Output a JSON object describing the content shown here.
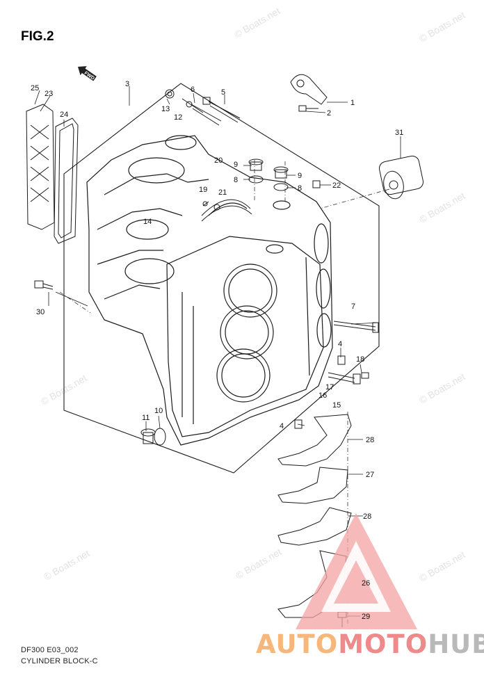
{
  "figure": {
    "title": "FIG.2"
  },
  "direction_tag": "FWD",
  "callouts": [
    "1",
    "2",
    "3",
    "4",
    "4",
    "5",
    "6",
    "7",
    "8",
    "8",
    "9",
    "9",
    "10",
    "11",
    "12",
    "13",
    "14",
    "15",
    "16",
    "17",
    "18",
    "19",
    "20",
    "21",
    "22",
    "23",
    "24",
    "25",
    "26",
    "27",
    "28",
    "28",
    "29",
    "30",
    "31"
  ],
  "watermark": {
    "text": "© Boats.net"
  },
  "caption": {
    "code": "DF300 E03_002",
    "name": "CYLINDER BLOCK-C"
  },
  "brand": {
    "part1": "AUTO",
    "part2": "MOTO",
    "part3": "HUB"
  },
  "colors": {
    "line": "#1a1a1a",
    "brand_orange": "#f7b67a",
    "brand_red": "#ee8a8a",
    "brand_gray": "#b9b9b9",
    "logo_fill": "#f3a3a3",
    "watermark": "#e2e2e2"
  }
}
